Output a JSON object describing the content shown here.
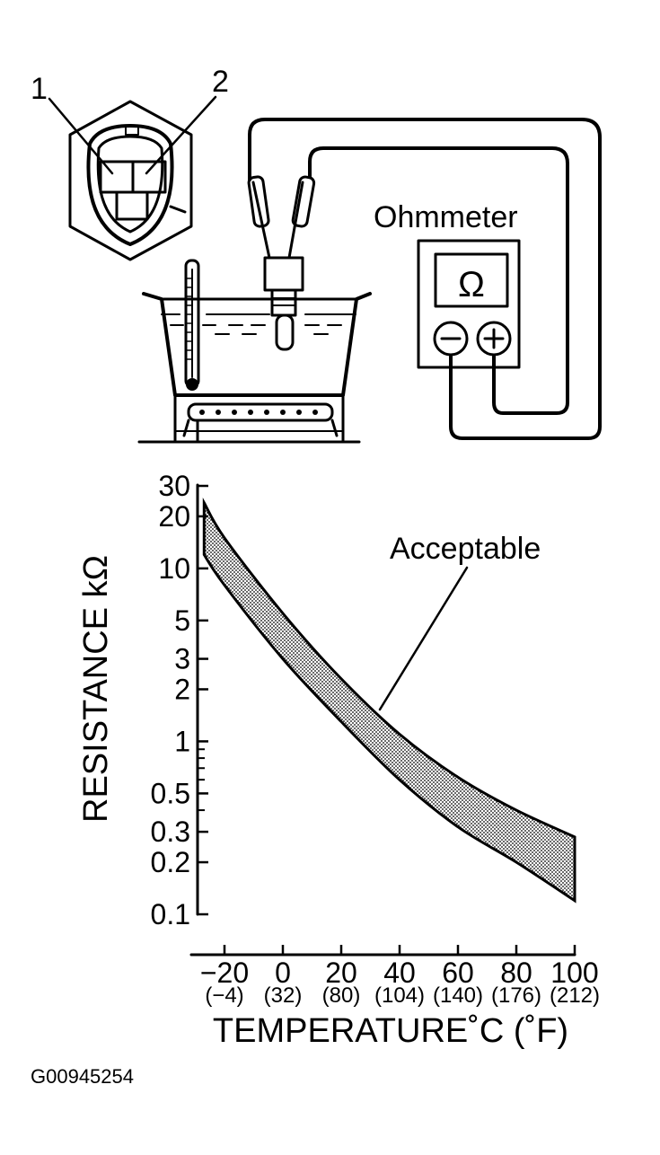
{
  "connector": {
    "pin1": "1",
    "pin2": "2"
  },
  "meter": {
    "label": "Ohmmeter",
    "symbol": "Ω",
    "minus": "−",
    "plus": "+"
  },
  "chart_data": {
    "type": "line",
    "y_scale": "log",
    "ylabel": "RESISTANCE kΩ",
    "y_ticks": [
      "30",
      "20",
      "10",
      "5",
      "3",
      "2",
      "1",
      "0.5",
      "0.3",
      "0.2",
      "0.1"
    ],
    "y_tick_values": [
      30,
      20,
      10,
      5,
      3,
      2,
      1,
      0.5,
      0.3,
      0.2,
      0.1
    ],
    "xlabel": "TEMPERATURE˚C (˚F)",
    "x_ticks_c": [
      "−20",
      "0",
      "20",
      "40",
      "60",
      "80",
      "100"
    ],
    "x_ticks_f": [
      "(−4)",
      "(32)",
      "(80)",
      "(104)",
      "(140)",
      "(176)",
      "(212)"
    ],
    "x_tick_values": [
      -20,
      0,
      20,
      40,
      60,
      80,
      100
    ],
    "xlim": [
      -28,
      100
    ],
    "ylim": [
      0.1,
      30
    ],
    "band_label": "Acceptable",
    "series": [
      {
        "x": [
          -27,
          -20,
          0,
          20,
          40,
          60,
          80,
          100
        ],
        "values": [
          24,
          15,
          5.5,
          2.3,
          1.1,
          0.62,
          0.4,
          0.28
        ]
      },
      {
        "x": [
          -27,
          -20,
          0,
          20,
          40,
          60,
          80,
          100
        ],
        "values": [
          12,
          8,
          3.0,
          1.3,
          0.6,
          0.32,
          0.2,
          0.12
        ]
      }
    ]
  },
  "figure_id": "G00945254"
}
